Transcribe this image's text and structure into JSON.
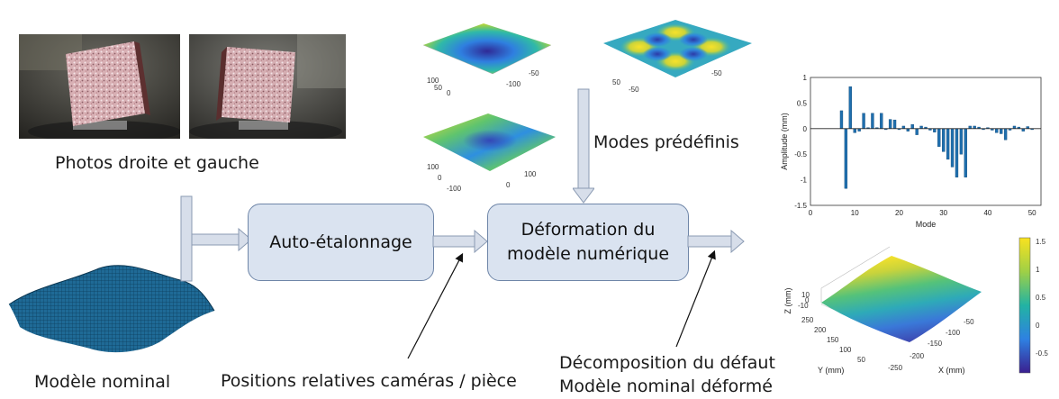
{
  "captions": {
    "photos": "Photos droite et gauche",
    "nominal_model": "Modèle nominal",
    "camera_positions": "Positions relatives caméras / pièce",
    "modes": "Modes prédéfinis",
    "decomposition": "Décomposition du défaut",
    "deformed_model": "Modèle nominal déformé"
  },
  "boxes": {
    "calibration": "Auto-étalonnage",
    "deformation_line1": "Déformation du",
    "deformation_line2": "modèle numérique"
  },
  "surface_plot": {
    "zlabel": "Z (mm)",
    "ylabel": "Y (mm)",
    "xlabel": "X (mm)",
    "z_ticks": [
      "10",
      "0",
      "-10"
    ],
    "y_ticks": [
      "250",
      "200",
      "150",
      "100",
      "50"
    ],
    "x_ticks": [
      "-250",
      "-200",
      "-150",
      "-100",
      "-50"
    ],
    "colorbar_ticks": [
      "1.5",
      "1",
      "0.5",
      "0",
      "-0.5"
    ]
  },
  "mode_tick_labels": [
    "100",
    "50",
    "0",
    "-50",
    "-100"
  ],
  "chart_data": {
    "type": "bar",
    "xlabel": "Mode",
    "ylabel": "Amplitude (mm)",
    "xlim": [
      0,
      52
    ],
    "ylim": [
      -1.5,
      1
    ],
    "x_ticks": [
      0,
      10,
      20,
      30,
      40,
      50
    ],
    "y_ticks": [
      1,
      0.5,
      0,
      -0.5,
      -1,
      -1.5
    ],
    "x": [
      7,
      8,
      9,
      10,
      11,
      12,
      13,
      14,
      15,
      16,
      17,
      18,
      19,
      20,
      21,
      22,
      23,
      24,
      25,
      26,
      27,
      28,
      29,
      30,
      31,
      32,
      33,
      34,
      35,
      36,
      37,
      38,
      39,
      40,
      41,
      42,
      43,
      44,
      45,
      46,
      47,
      48,
      49,
      50
    ],
    "values": [
      0.35,
      -1.17,
      0.82,
      -0.08,
      -0.05,
      0.3,
      0.02,
      0.3,
      0.02,
      0.3,
      -0.02,
      0.18,
      0.17,
      -0.02,
      0.05,
      -0.05,
      0.08,
      -0.12,
      0.05,
      0.03,
      -0.03,
      -0.07,
      -0.35,
      -0.45,
      -0.6,
      -0.75,
      -0.95,
      -0.5,
      -0.95,
      0.05,
      0.05,
      0.03,
      -0.02,
      0.02,
      -0.03,
      -0.08,
      -0.1,
      -0.22,
      -0.03,
      0.05,
      0.03,
      -0.05,
      0.04,
      -0.02
    ]
  }
}
